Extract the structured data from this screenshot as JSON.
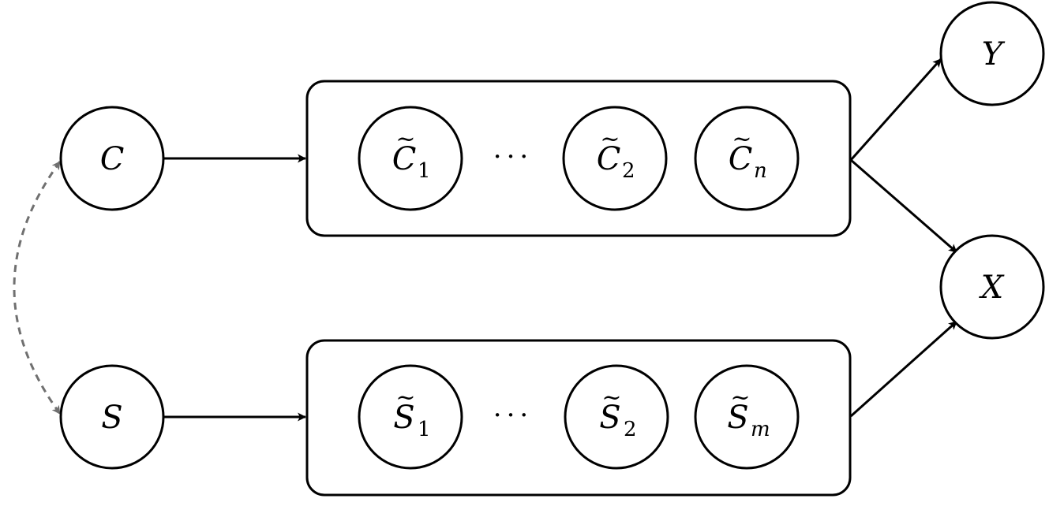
{
  "diagram": {
    "nodes": {
      "C": {
        "label": "C"
      },
      "S": {
        "label": "S"
      },
      "Y": {
        "label": "Y"
      },
      "X": {
        "label": "X"
      },
      "C1": {
        "label": "C",
        "tilde": "~",
        "subscript": "1"
      },
      "C2": {
        "label": "C",
        "tilde": "~",
        "subscript": "2"
      },
      "Cn": {
        "label": "C",
        "tilde": "~",
        "subscript": "n"
      },
      "S1": {
        "label": "S",
        "tilde": "~",
        "subscript": "1"
      },
      "S2": {
        "label": "S",
        "tilde": "~",
        "subscript": "2"
      },
      "Sm": {
        "label": "S",
        "tilde": "~",
        "subscript": "m"
      }
    },
    "ellipsis_top": "···",
    "ellipsis_bottom": "···",
    "colors": {
      "stroke": "#000000",
      "dashed_edge": "#707070",
      "fill": "#ffffff"
    }
  }
}
